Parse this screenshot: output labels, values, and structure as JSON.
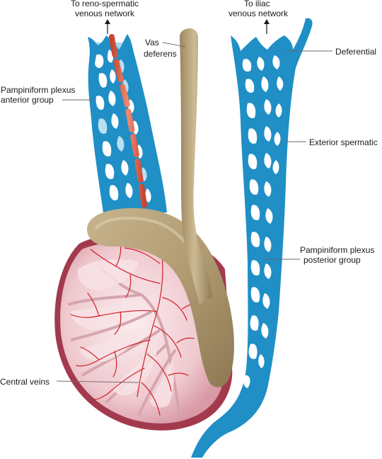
{
  "labels": {
    "reno_spermatic_line1": "To reno-spermatic",
    "reno_spermatic_line2": "venous network",
    "iliac_line1": "To iliac",
    "iliac_line2": "venous network",
    "vas_line1": "Vas",
    "vas_line2": "deferens",
    "deferential": "Deferential",
    "pampiniform_anterior_line1": "Pampiniform plexus",
    "pampiniform_anterior_line2": "anterior group",
    "exterior_spermatic": "Exterior spermatic",
    "pampiniform_posterior_line1": "Pampiniform plexus",
    "pampiniform_posterior_line2": "posterior group",
    "central_veins": "Central veins"
  },
  "colors": {
    "vein_blue": "#1f8fc6",
    "artery_red": "#e0604a",
    "testis_pink": "#f2d3d6",
    "tunica_dark": "#a23a4e",
    "epididymis_tan": "#b09a72"
  }
}
